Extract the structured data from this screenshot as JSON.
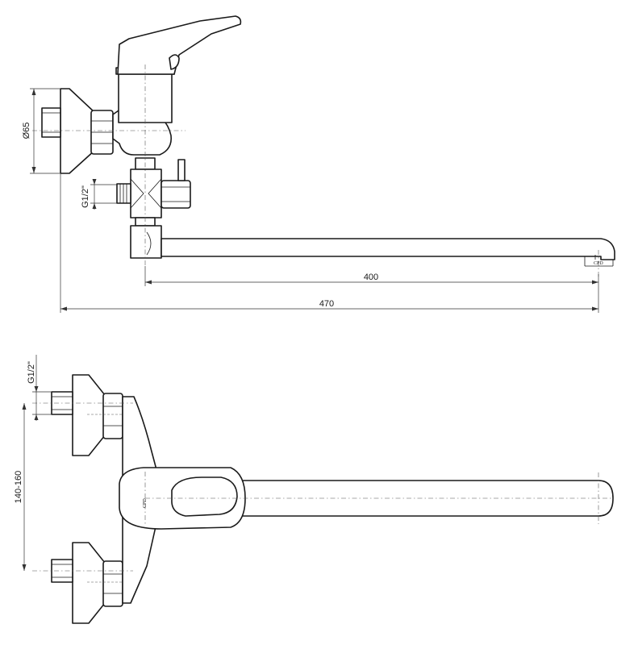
{
  "dimensions": {
    "diameter_65": "Ø65",
    "thread_side": "G1/2\"",
    "spout_reach": "400",
    "total_length": "470",
    "thread_top": "G1/2\"",
    "center_distance": "140-160"
  },
  "logo": {
    "spout_mark": "CPD",
    "handle_mark": "CPD"
  },
  "colors": {
    "line": "#1a1a1a",
    "background": "#ffffff"
  }
}
